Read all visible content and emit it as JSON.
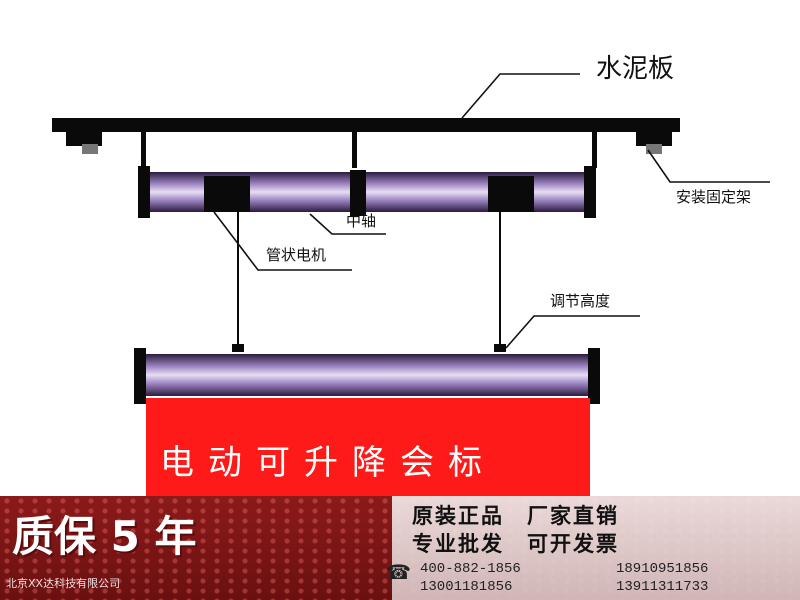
{
  "labels": {
    "cement_board": "水泥板",
    "mount_bracket": "安装固定架",
    "center_shaft": "中轴",
    "tube_motor": "管状电机",
    "adjust_height": "调节高度"
  },
  "banner": {
    "text": "电动可升降会标",
    "color": "#ff1a1a"
  },
  "footer": {
    "warranty": "质保 5 年",
    "company": "北京XX达科技有限公司",
    "promo_line1": "原装正品　厂家直销",
    "promo_line2": "专业批发　可开发票",
    "phone_icon": "phone-icon",
    "phones": [
      [
        "400-882-1856",
        "18910951856"
      ],
      [
        "13001181856",
        "13911311733"
      ]
    ]
  },
  "colors": {
    "structure": "#0a0a0a",
    "tube_mid": "#b7a1d6",
    "tube_dark": "#2a1b3e"
  }
}
